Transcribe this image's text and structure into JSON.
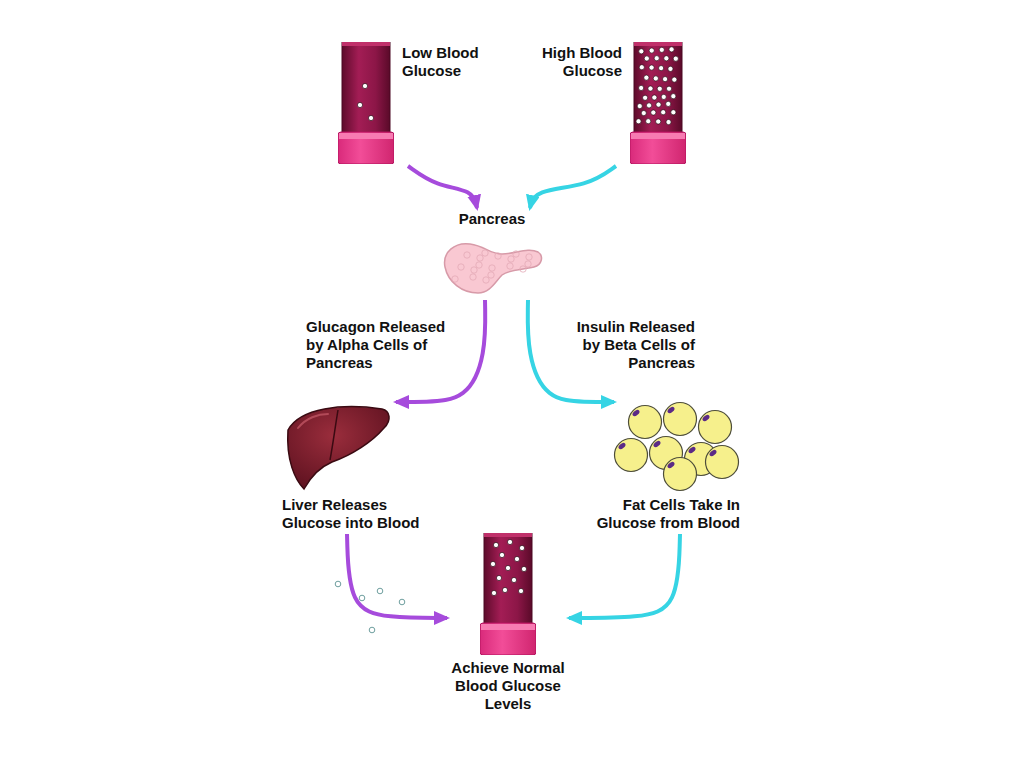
{
  "diagram": {
    "nodes": [
      {
        "text": [
          "Low Blood Glucose"
        ]
      },
      {
        "text": [
          "High Blood Glucose"
        ]
      },
      {
        "text": [
          "Pancreas"
        ]
      },
      {
        "text": [
          "Liver Releases Glucose into Blood"
        ]
      },
      {
        "text": [
          "Fat Cells Take In Glucose from Blood"
        ]
      },
      {
        "text": [
          "Achieve Normal Blood Glucose Levels"
        ]
      }
    ],
    "edges": [
      {
        "from": 0,
        "to": 2,
        "arrow": "to"
      },
      {
        "from": 1,
        "to": 2,
        "arrow": "to"
      },
      {
        "from": 2,
        "to": 3,
        "label": "Glucagon Released by Alpha Cells of Pancreas",
        "arrow": "to"
      },
      {
        "from": 2,
        "to": 4,
        "label": "Insulin Released by Beta Cells of Pancreas",
        "arrow": "to"
      },
      {
        "from": 3,
        "to": 5,
        "arrow": "to"
      },
      {
        "from": 4,
        "to": 5,
        "arrow": "to"
      }
    ]
  }
}
